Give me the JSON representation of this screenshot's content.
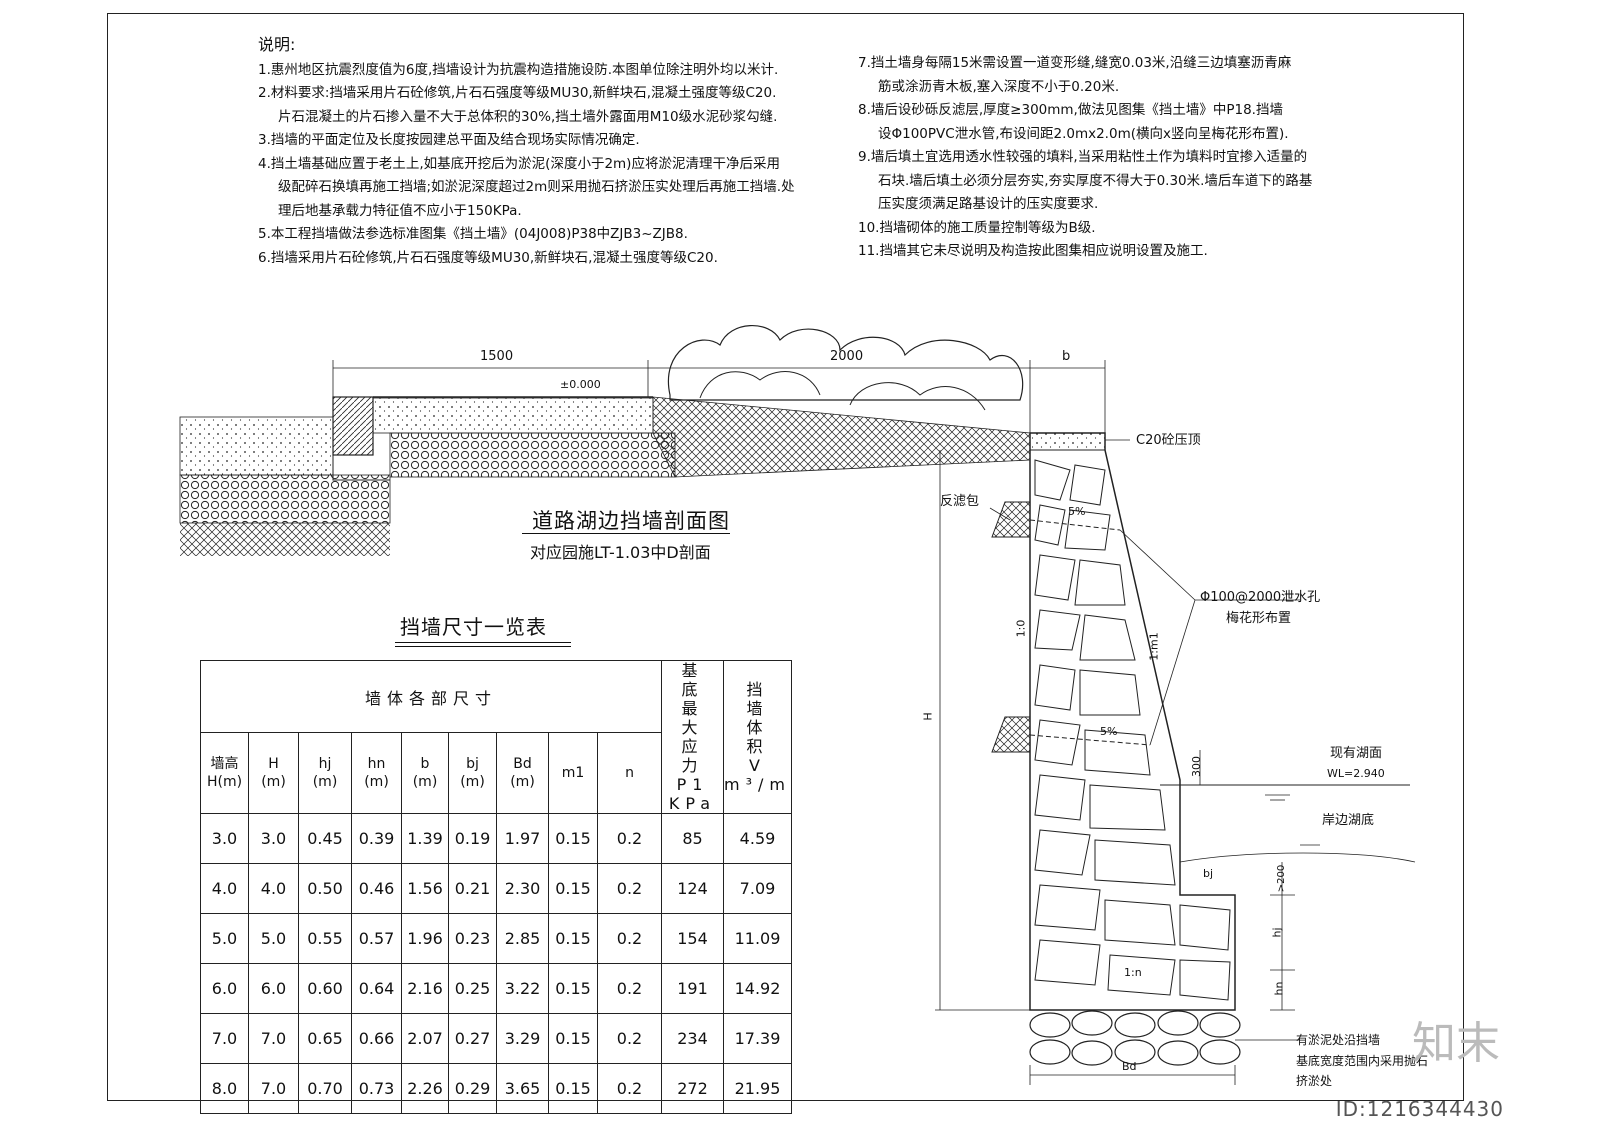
{
  "notes_left": {
    "heading": "说明:",
    "lines": [
      {
        "text": "1.惠州地区抗震烈度值为6度,挡墙设计为抗震构造措施设防.本图单位除注明外均以米计.",
        "indent": false
      },
      {
        "text": "2.材料要求:挡墙采用片石砼修筑,片石石强度等级MU30,新鲜块石,混凝土强度等级C20.",
        "indent": false
      },
      {
        "text": "片石混凝土的片石掺入量不大于总体积的30%,挡土墙外露面用M10级水泥砂浆勾缝.",
        "indent": true
      },
      {
        "text": "3.挡墙的平面定位及长度按园建总平面及结合现场实际情况确定.",
        "indent": false
      },
      {
        "text": "4.挡土墙基础应置于老土上,如基底开挖后为淤泥(深度小于2m)应将淤泥清理干净后采用",
        "indent": false
      },
      {
        "text": "级配碎石换填再施工挡墙;如淤泥深度超过2m则采用抛石挤淤压实处理后再施工挡墙.处",
        "indent": true
      },
      {
        "text": "理后地基承载力特征值不应小于150KPa.",
        "indent": true
      },
      {
        "text": "5.本工程挡墙做法参选标准图集《挡土墙》(04J008)P38中ZJB3~ZJB8.",
        "indent": false
      },
      {
        "text": "6.挡墙采用片石砼修筑,片石石强度等级MU30,新鲜块石,混凝土强度等级C20.",
        "indent": false
      }
    ]
  },
  "notes_right": {
    "lines": [
      {
        "text": "7.挡土墙身每隔15米需设置一道变形缝,缝宽0.03米,沿缝三边填塞沥青麻",
        "indent": false
      },
      {
        "text": "筋或涂沥青木板,塞入深度不小于0.20米.",
        "indent": true
      },
      {
        "text": "8.墙后设砂砾反滤层,厚度≥300mm,做法见图集《挡土墙》中P18.挡墙",
        "indent": false
      },
      {
        "text": "设Φ100PVC泄水管,布设间距2.0mx2.0m(横向x竖向呈梅花形布置).",
        "indent": true
      },
      {
        "text": "9.墙后填土宜选用透水性较强的填料,当采用粘性土作为填料时宜掺入适量的",
        "indent": false
      },
      {
        "text": "石块.墙后填土必须分层夯实,夯实厚度不得大于0.30米.墙后车道下的路基",
        "indent": true
      },
      {
        "text": "压实度须满足路基设计的压实度要求.",
        "indent": true
      },
      {
        "text": "10.挡墙砌体的施工质量控制等级为B级.",
        "indent": false
      },
      {
        "text": "11.挡墙其它未尽说明及构造按此图集相应说明设置及施工.",
        "indent": false
      }
    ]
  },
  "section": {
    "title": "道路湖边挡墙剖面图",
    "subtitle": "对应园施LT-1.03中D剖面",
    "dim_1500": "1500",
    "dim_2000": "2000",
    "dim_b": "b",
    "elev_zero": "±0.000",
    "label_cap": "C20砼压顶",
    "label_filter": "反滤包",
    "slope_5a": "5%",
    "slope_5b": "5%",
    "weep_hole_1": "Φ100@2000泄水孔",
    "weep_hole_2": "梅花形布置",
    "ratio_front": "1:0",
    "ratio_back": "1:m1",
    "ratio_base": "1:n",
    "dim_H": "H",
    "dim_300": "300",
    "lake_surface": "现有湖面",
    "water_level": "WL=2.940",
    "lake_bottom": "岸边湖底",
    "dim_bj": "bj",
    "dim_200": ">200",
    "dim_hj": "hj",
    "dim_hn": "hn",
    "dim_Bd": "Bd",
    "note_base_1": "有淤泥处沿挡墙",
    "note_base_2": "基底宽度范围内采用抛石",
    "note_base_3": "挤淤处"
  },
  "table": {
    "title": "挡墙尺寸一览表",
    "group_header": "墙体各部尺寸",
    "stress_header": "基底最大应力",
    "volume_header": "挡墙体积",
    "col_headers": [
      [
        "墙高",
        "H(m)"
      ],
      [
        "H",
        "(m)"
      ],
      [
        "hj",
        "(m)"
      ],
      [
        "hn",
        "(m)"
      ],
      [
        "b",
        "(m)"
      ],
      [
        "bj",
        "(m)"
      ],
      [
        "Bd",
        "(m)"
      ],
      [
        "m1",
        ""
      ],
      [
        "n",
        ""
      ],
      [
        "P1",
        "KPa"
      ],
      [
        "V",
        "m³/m"
      ]
    ],
    "rows": [
      [
        "3.0",
        "3.0",
        "0.45",
        "0.39",
        "1.39",
        "0.19",
        "1.97",
        "0.15",
        "0.2",
        "85",
        "4.59"
      ],
      [
        "4.0",
        "4.0",
        "0.50",
        "0.46",
        "1.56",
        "0.21",
        "2.30",
        "0.15",
        "0.2",
        "124",
        "7.09"
      ],
      [
        "5.0",
        "5.0",
        "0.55",
        "0.57",
        "1.96",
        "0.23",
        "2.85",
        "0.15",
        "0.2",
        "154",
        "11.09"
      ],
      [
        "6.0",
        "6.0",
        "0.60",
        "0.64",
        "2.16",
        "0.25",
        "3.22",
        "0.15",
        "0.2",
        "191",
        "14.92"
      ],
      [
        "7.0",
        "7.0",
        "0.65",
        "0.66",
        "2.07",
        "0.27",
        "3.29",
        "0.15",
        "0.2",
        "234",
        "17.39"
      ],
      [
        "8.0",
        "7.0",
        "0.70",
        "0.73",
        "2.26",
        "0.29",
        "3.65",
        "0.15",
        "0.2",
        "272",
        "21.95"
      ]
    ]
  },
  "watermark": {
    "logo": "知末",
    "id": "ID:1216344430"
  }
}
